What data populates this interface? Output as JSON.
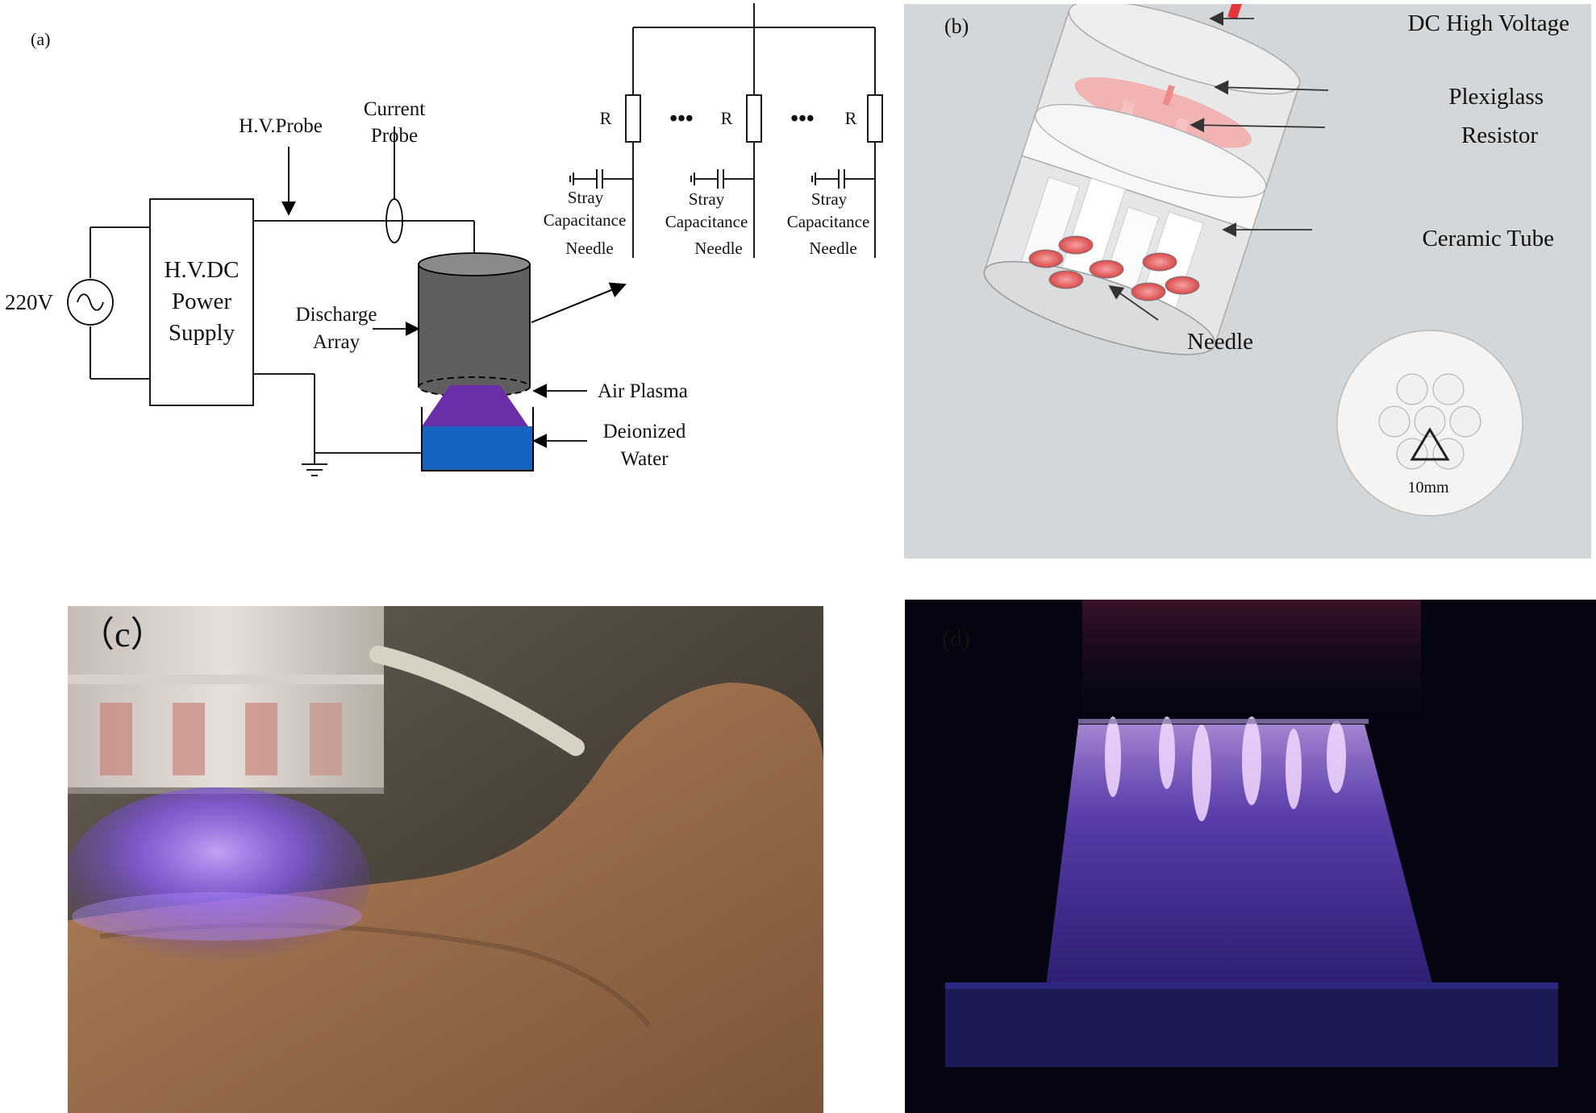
{
  "panel_a": {
    "tag": "(a)",
    "source_label": "220V",
    "supply_line1": "H.V.DC",
    "supply_line2": "Power",
    "supply_line3": "Supply",
    "hv_probe": "H.V.Probe",
    "current_probe_1": "Current",
    "current_probe_2": "Probe",
    "discharge_1": "Discharge",
    "discharge_2": "Array",
    "air_plasma": "Air Plasma",
    "water_1": "Deionized",
    "water_2": "Water",
    "branches": [
      {
        "resistor": "R",
        "cap_1": "Stray",
        "cap_2": "Capacitance",
        "needle": "Needle"
      },
      {
        "resistor": "R",
        "cap_1": "Stray",
        "cap_2": "Capacitance",
        "needle": "Needle"
      },
      {
        "resistor": "R",
        "cap_1": "Stray",
        "cap_2": "Capacitance",
        "needle": "Needle"
      }
    ],
    "ellipsis_1": "•••",
    "ellipsis_2": "•••"
  },
  "panel_b": {
    "tag": "(b)",
    "dc_high_voltage": "DC High Voltage",
    "plexiglass": "Plexiglass",
    "resistor": "Resistor",
    "ceramic_tube": "Ceramic Tube",
    "needle": "Needle",
    "scale": "10mm"
  },
  "panel_c": {
    "tag": "（c）"
  },
  "panel_d": {
    "tag": "(d)"
  },
  "colors": {
    "plasma": "#8a5cff",
    "water": "#1565c0",
    "plasma_fill": "#6a2fa8",
    "electrode": "#666666",
    "resistor_pink": "#f08a8a"
  }
}
